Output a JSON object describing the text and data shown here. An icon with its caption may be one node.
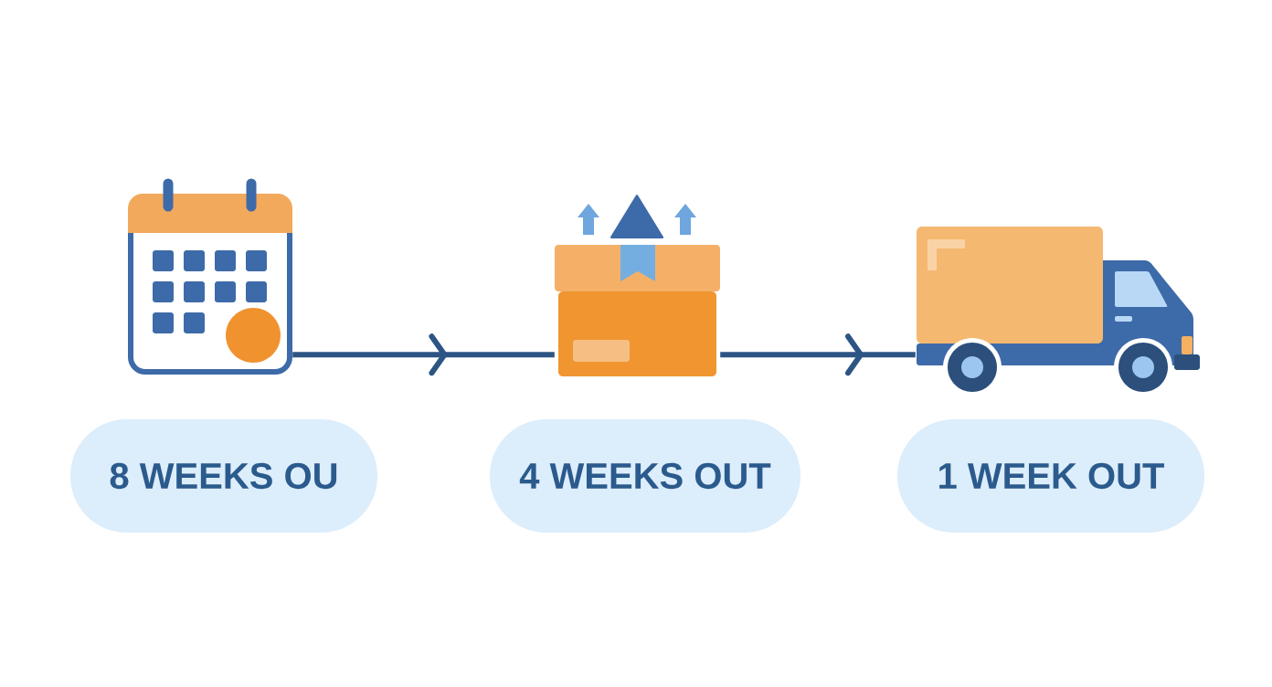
{
  "diagram": {
    "nodes": [
      {
        "text": [],
        "shape": "picture"
      },
      {
        "text": [],
        "shape": "picture"
      },
      {
        "text": [],
        "shape": "picture"
      },
      {
        "text": [
          "8 WEEKS OU"
        ]
      },
      {
        "text": [
          "4 WEEKS OUT"
        ]
      },
      {
        "text": [
          "1 WEEK OUT"
        ]
      }
    ],
    "edges": [
      {
        "from": 0,
        "to": 1,
        "arrow": "to"
      },
      {
        "from": 1,
        "to": 2,
        "arrow": "to"
      }
    ]
  }
}
